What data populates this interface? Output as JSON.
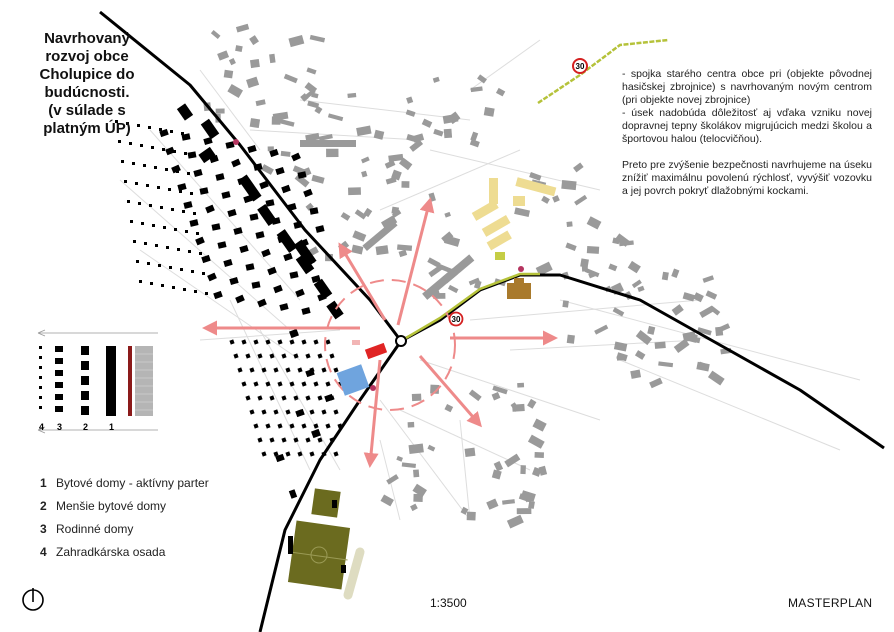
{
  "title_lines": [
    "Navrhovaný",
    "rozvoj obce",
    "Cholupice do",
    "budúcnosti.",
    "(v súlade s",
    "platným ÚP)"
  ],
  "description": {
    "paragraph_1": "- spojka starého centra obce pri (objekte pôvodnej hasičskej zbrojnice) s navrhovaným novým centrom (pri objekte novej zbrojnice)",
    "paragraph_2": "- úsek nadobúda dôležitosť aj vďaka vzniku novej dopravnej tepny školákov migrujúcich medzi školou a športovou halou (telocvičňou).",
    "paragraph_3": "Preto pre zvýšenie bezpečnosti navrhujeme na úseku znížiť maximálnu povolenú rýchlosť, vyvýšiť vozovku a jej povrch pokryť dlažobnými kockami."
  },
  "speed_signs": [
    "30",
    "30"
  ],
  "legend": {
    "column_numbers": [
      "4",
      "3",
      "2",
      "1"
    ],
    "items": [
      {
        "number": "1",
        "label": "Bytové domy - aktívny parter"
      },
      {
        "number": "2",
        "label": "Menšie bytové domy"
      },
      {
        "number": "3",
        "label": "Rodinné domy"
      },
      {
        "number": "4",
        "label": "Zahradkárska osada"
      }
    ]
  },
  "scale": "1:3500",
  "map_label": "MASTERPLAN",
  "colors": {
    "road": "#000000",
    "existing_buildings": "#9a9a9a",
    "proposed_buildings": "#000000",
    "arrows": "#ee8a8a",
    "traffic_calmed_road": "#b5c23a",
    "school": "#eedc92",
    "sports_field": "#6b6b1f",
    "sports_hall": "#6fa4de",
    "fire_station": "#e02424",
    "old_fire_station": "#a97a2c",
    "active_frontage": "#8b1a1a"
  },
  "icons": [
    "north-arrow-icon",
    "speed-limit-sign-icon"
  ]
}
